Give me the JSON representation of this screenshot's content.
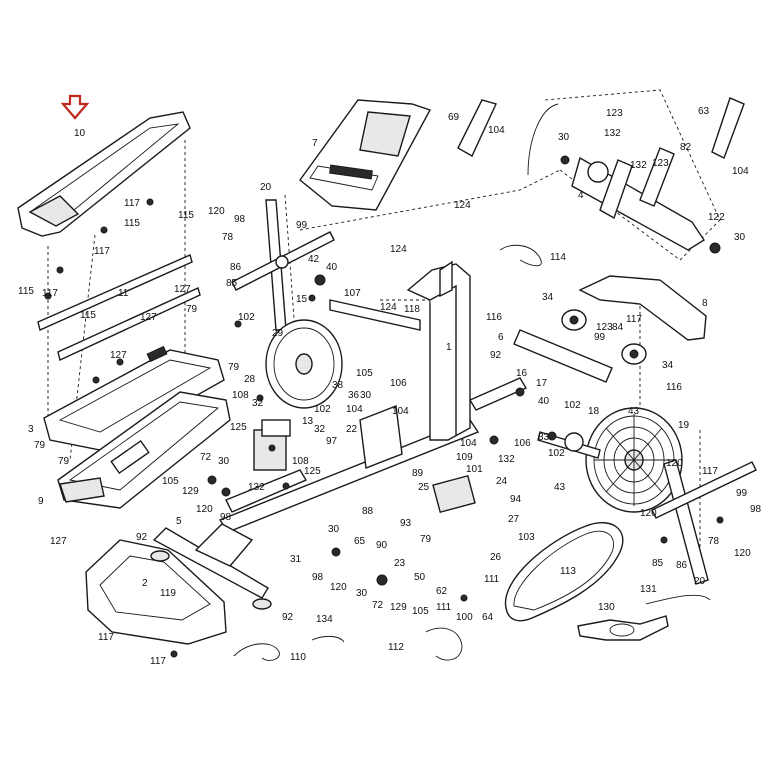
{
  "accent_color": "#c0281e",
  "indicator": {
    "icon": "arrow-down-icon",
    "target_part": "10"
  },
  "callouts": [
    {
      "id": "c10",
      "text": "10"
    },
    {
      "id": "c7",
      "text": "7"
    },
    {
      "id": "c69",
      "text": "69"
    },
    {
      "id": "c104a",
      "text": "104"
    },
    {
      "id": "c123a",
      "text": "123"
    },
    {
      "id": "c30a",
      "text": "30"
    },
    {
      "id": "c132a",
      "text": "132"
    },
    {
      "id": "c63",
      "text": "63"
    },
    {
      "id": "c104b",
      "text": "104"
    },
    {
      "id": "c123b",
      "text": "123"
    },
    {
      "id": "c132b",
      "text": "132"
    },
    {
      "id": "c82",
      "text": "82"
    },
    {
      "id": "c4",
      "text": "4"
    },
    {
      "id": "c122",
      "text": "122"
    },
    {
      "id": "c30b",
      "text": "30"
    },
    {
      "id": "c124a",
      "text": "124"
    },
    {
      "id": "c124b",
      "text": "124"
    },
    {
      "id": "c20a",
      "text": "20"
    },
    {
      "id": "c117a",
      "text": "117"
    },
    {
      "id": "c115a",
      "text": "115"
    },
    {
      "id": "c115b",
      "text": "115"
    },
    {
      "id": "c117b",
      "text": "117"
    },
    {
      "id": "c120a",
      "text": "120"
    },
    {
      "id": "c98a",
      "text": "98"
    },
    {
      "id": "c78a",
      "text": "78"
    },
    {
      "id": "c99a",
      "text": "99"
    },
    {
      "id": "c42",
      "text": "42"
    },
    {
      "id": "c40",
      "text": "40"
    },
    {
      "id": "c86a",
      "text": "86"
    },
    {
      "id": "c85a",
      "text": "85"
    },
    {
      "id": "c114",
      "text": "114"
    },
    {
      "id": "c115c",
      "text": "115"
    },
    {
      "id": "c117c",
      "text": "117"
    },
    {
      "id": "c11",
      "text": "11"
    },
    {
      "id": "c127a",
      "text": "127"
    },
    {
      "id": "c79a",
      "text": "79"
    },
    {
      "id": "c115d",
      "text": "115"
    },
    {
      "id": "c127b",
      "text": "127"
    },
    {
      "id": "c15",
      "text": "15"
    },
    {
      "id": "c107",
      "text": "107"
    },
    {
      "id": "c124c",
      "text": "124"
    },
    {
      "id": "c118",
      "text": "118"
    },
    {
      "id": "c34a",
      "text": "34"
    },
    {
      "id": "c8",
      "text": "8"
    },
    {
      "id": "c116a",
      "text": "116"
    },
    {
      "id": "c117d",
      "text": "117"
    },
    {
      "id": "c123c",
      "text": "123"
    },
    {
      "id": "c84",
      "text": "84"
    },
    {
      "id": "c99b",
      "text": "99"
    },
    {
      "id": "c6",
      "text": "6"
    },
    {
      "id": "c102a",
      "text": "102"
    },
    {
      "id": "c29",
      "text": "29"
    },
    {
      "id": "c127c",
      "text": "127"
    },
    {
      "id": "c79b",
      "text": "79"
    },
    {
      "id": "c1",
      "text": "1"
    },
    {
      "id": "c92a",
      "text": "92"
    },
    {
      "id": "c34b",
      "text": "34"
    },
    {
      "id": "c28",
      "text": "28"
    },
    {
      "id": "c38",
      "text": "38"
    },
    {
      "id": "c105a",
      "text": "105"
    },
    {
      "id": "c36",
      "text": "36"
    },
    {
      "id": "c106a",
      "text": "106"
    },
    {
      "id": "c16",
      "text": "16"
    },
    {
      "id": "c17",
      "text": "17"
    },
    {
      "id": "c116b",
      "text": "116"
    },
    {
      "id": "c108a",
      "text": "108"
    },
    {
      "id": "c32a",
      "text": "32"
    },
    {
      "id": "c102b",
      "text": "102"
    },
    {
      "id": "c104c",
      "text": "104"
    },
    {
      "id": "c30c",
      "text": "30"
    },
    {
      "id": "c104d",
      "text": "104"
    },
    {
      "id": "c40b",
      "text": "40"
    },
    {
      "id": "c102c",
      "text": "102"
    },
    {
      "id": "c43a",
      "text": "43"
    },
    {
      "id": "c3",
      "text": "3"
    },
    {
      "id": "c79c",
      "text": "79"
    },
    {
      "id": "c125a",
      "text": "125"
    },
    {
      "id": "c13",
      "text": "13"
    },
    {
      "id": "c32b",
      "text": "32"
    },
    {
      "id": "c97",
      "text": "97"
    },
    {
      "id": "c22",
      "text": "22"
    },
    {
      "id": "c106b",
      "text": "106"
    },
    {
      "id": "c83",
      "text": "83"
    },
    {
      "id": "c18",
      "text": "18"
    },
    {
      "id": "c19",
      "text": "19"
    },
    {
      "id": "c104e",
      "text": "104"
    },
    {
      "id": "c132c",
      "text": "132"
    },
    {
      "id": "c102d",
      "text": "102"
    },
    {
      "id": "c79d",
      "text": "79"
    },
    {
      "id": "c72a",
      "text": "72"
    },
    {
      "id": "c108b",
      "text": "108"
    },
    {
      "id": "c125b",
      "text": "125"
    },
    {
      "id": "c109",
      "text": "109"
    },
    {
      "id": "c101",
      "text": "101"
    },
    {
      "id": "c89",
      "text": "89"
    },
    {
      "id": "c120b",
      "text": "120"
    },
    {
      "id": "c117e",
      "text": "117"
    },
    {
      "id": "c105b",
      "text": "105"
    },
    {
      "id": "c129a",
      "text": "129"
    },
    {
      "id": "c30d",
      "text": "30"
    },
    {
      "id": "c132d",
      "text": "132"
    },
    {
      "id": "c24",
      "text": "24"
    },
    {
      "id": "c25",
      "text": "25"
    },
    {
      "id": "c94",
      "text": "94"
    },
    {
      "id": "c9",
      "text": "9"
    },
    {
      "id": "c120c",
      "text": "120"
    },
    {
      "id": "c98b",
      "text": "98"
    },
    {
      "id": "c88",
      "text": "88"
    },
    {
      "id": "c43b",
      "text": "43"
    },
    {
      "id": "c99c",
      "text": "99"
    },
    {
      "id": "c120d",
      "text": "120"
    },
    {
      "id": "c127d",
      "text": "127"
    },
    {
      "id": "c5",
      "text": "5"
    },
    {
      "id": "c93",
      "text": "93"
    },
    {
      "id": "c27",
      "text": "27"
    },
    {
      "id": "c103",
      "text": "103"
    },
    {
      "id": "c98c",
      "text": "98"
    },
    {
      "id": "c92b",
      "text": "92"
    },
    {
      "id": "c30e",
      "text": "30"
    },
    {
      "id": "c65",
      "text": "65"
    },
    {
      "id": "c90",
      "text": "90"
    },
    {
      "id": "c79e",
      "text": "79"
    },
    {
      "id": "c26",
      "text": "26"
    },
    {
      "id": "c113",
      "text": "113"
    },
    {
      "id": "c78b",
      "text": "78"
    },
    {
      "id": "c31",
      "text": "31"
    },
    {
      "id": "c23",
      "text": "23"
    },
    {
      "id": "c120e",
      "text": "120"
    },
    {
      "id": "c85b",
      "text": "85"
    },
    {
      "id": "c86b",
      "text": "86"
    },
    {
      "id": "c2",
      "text": "2"
    },
    {
      "id": "c98d",
      "text": "98"
    },
    {
      "id": "c120f",
      "text": "120"
    },
    {
      "id": "c50",
      "text": "50"
    },
    {
      "id": "c111a",
      "text": "111"
    },
    {
      "id": "c20b",
      "text": "20"
    },
    {
      "id": "c119",
      "text": "119"
    },
    {
      "id": "c30f",
      "text": "30"
    },
    {
      "id": "c72b",
      "text": "72"
    },
    {
      "id": "c129b",
      "text": "129"
    },
    {
      "id": "c105c",
      "text": "105"
    },
    {
      "id": "c62",
      "text": "62"
    },
    {
      "id": "c111b",
      "text": "111"
    },
    {
      "id": "c131",
      "text": "131"
    },
    {
      "id": "c92c",
      "text": "92"
    },
    {
      "id": "c100",
      "text": "100"
    },
    {
      "id": "c64",
      "text": "64"
    },
    {
      "id": "c130",
      "text": "130"
    },
    {
      "id": "c117f",
      "text": "117"
    },
    {
      "id": "c134",
      "text": "134"
    },
    {
      "id": "c112",
      "text": "112"
    },
    {
      "id": "c117g",
      "text": "117"
    },
    {
      "id": "c110",
      "text": "110"
    }
  ]
}
